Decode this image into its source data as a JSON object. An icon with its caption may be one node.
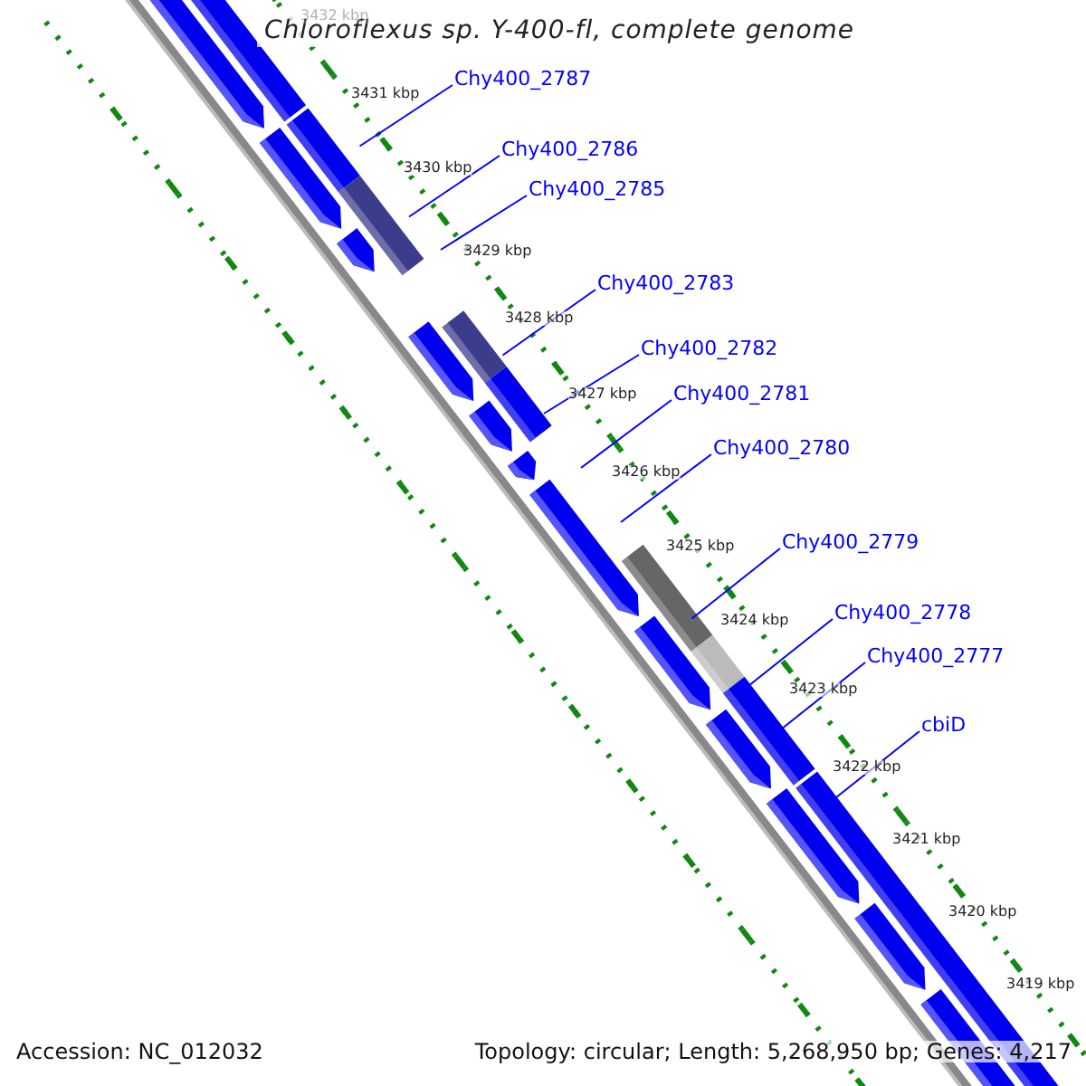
{
  "diagram": {
    "title": "Chloroflexus sp. Y-400-fl, complete genome",
    "nodes": [
      {
        "text": [
          "Chy400_2787"
        ]
      },
      {
        "text": [
          "Chy400_2786"
        ]
      },
      {
        "text": [
          "Chy400_2785"
        ]
      },
      {
        "text": [
          "Chy400_2783"
        ]
      },
      {
        "text": [
          "Chy400_2782"
        ]
      },
      {
        "text": [
          "Chy400_2781"
        ]
      },
      {
        "text": [
          "Chy400_2780"
        ]
      },
      {
        "text": [
          "Chy400_2779"
        ]
      },
      {
        "text": [
          "Chy400_2778"
        ]
      },
      {
        "text": [
          "Chy400_2777"
        ]
      },
      {
        "text": [
          "cbiD"
        ]
      }
    ],
    "edges": [
      {
        "from": 0,
        "to": null,
        "arrow": "none"
      },
      {
        "from": 1,
        "to": null,
        "arrow": "none"
      },
      {
        "from": 2,
        "to": null,
        "arrow": "none"
      },
      {
        "from": 3,
        "to": null,
        "arrow": "none"
      },
      {
        "from": 4,
        "to": null,
        "arrow": "none"
      },
      {
        "from": 5,
        "to": null,
        "arrow": "none"
      },
      {
        "from": 6,
        "to": null,
        "arrow": "none"
      },
      {
        "from": 7,
        "to": null,
        "arrow": "none"
      },
      {
        "from": 8,
        "to": null,
        "arrow": "none"
      },
      {
        "from": 9,
        "to": null,
        "arrow": "none"
      },
      {
        "from": 10,
        "to": null,
        "arrow": "none"
      }
    ],
    "labels": [
      "3432 kbp",
      "3431 kbp",
      "3430 kbp",
      "3429 kbp",
      "3428 kbp",
      "3427 kbp",
      "3426 kbp",
      "3425 kbp",
      "3424 kbp",
      "3423 kbp",
      "3422 kbp",
      "3421 kbp",
      "3420 kbp",
      "3419 kbp",
      "Accession: NC_012032",
      "Topology: circular; Length: 5,268,950 bp; Genes: 4,217"
    ]
  }
}
